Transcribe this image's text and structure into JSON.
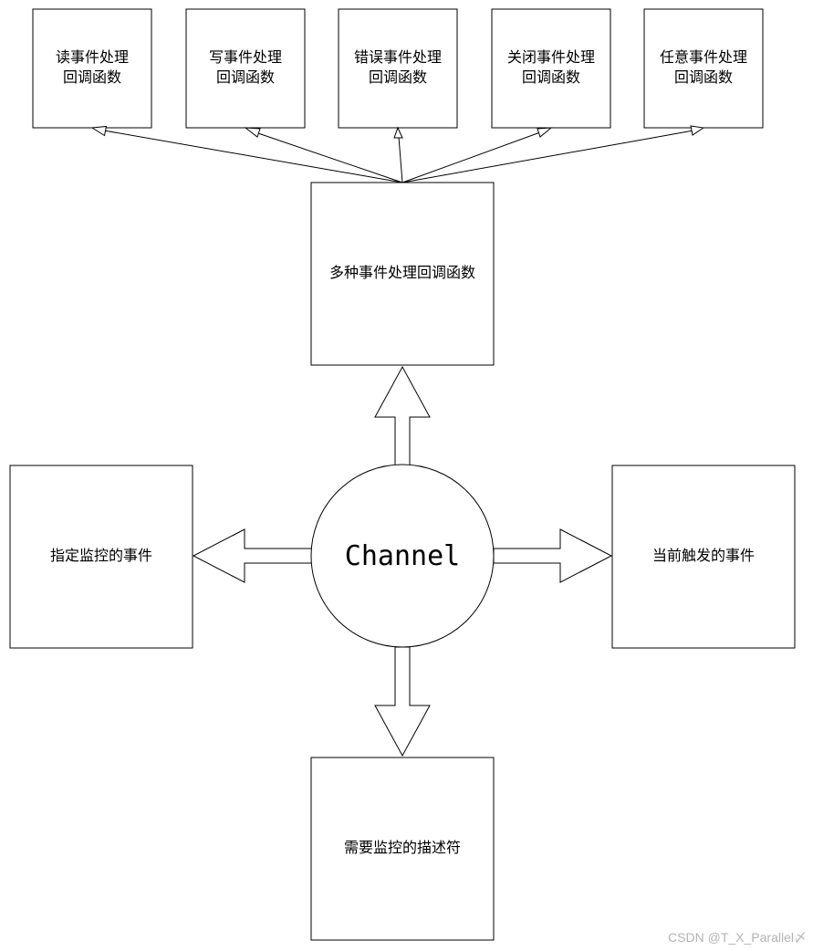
{
  "diagram": {
    "callbacks": [
      {
        "line1": "读事件处理",
        "line2": "回调函数"
      },
      {
        "line1": "写事件处理",
        "line2": "回调函数"
      },
      {
        "line1": "错误事件处理",
        "line2": "回调函数"
      },
      {
        "line1": "关闭事件处理",
        "line2": "回调函数"
      },
      {
        "line1": "任意事件处理",
        "line2": "回调函数"
      }
    ],
    "hub_label": "多种事件处理回调函数",
    "center_label": "Channel",
    "left_label": "指定监控的事件",
    "right_label": "当前触发的事件",
    "bottom_label": "需要监控的描述符"
  },
  "watermark": "CSDN @T_X_Parallel〆",
  "colors": {
    "stroke": "#000000",
    "background": "#ffffff",
    "watermark": "#b3b3b3"
  }
}
